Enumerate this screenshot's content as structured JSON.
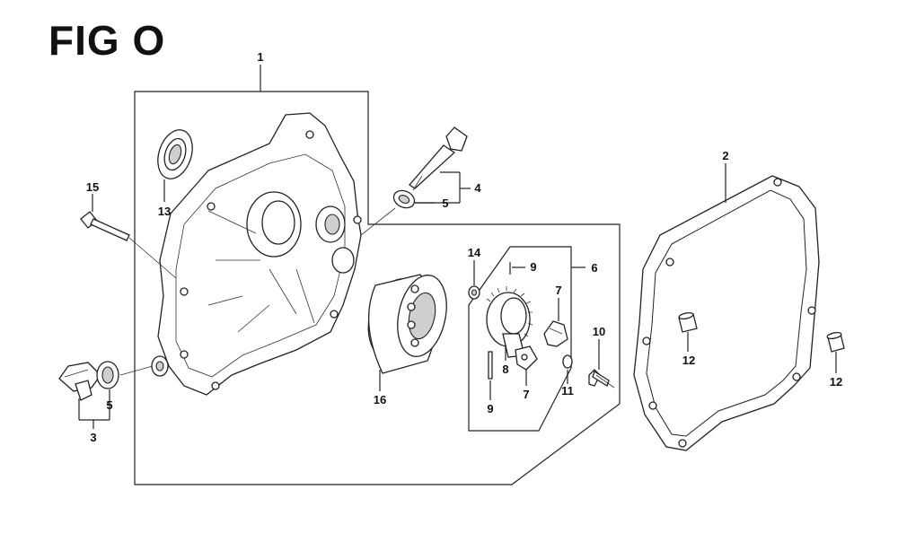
{
  "figure": {
    "title": "FIG O"
  },
  "labels": {
    "l1": "1",
    "l2": "2",
    "l3": "3",
    "l4": "4",
    "l5a": "5",
    "l5b": "5",
    "l6": "6",
    "l7a": "7",
    "l7b": "7",
    "l8": "8",
    "l9a": "9",
    "l9b": "9",
    "l10": "10",
    "l11": "11",
    "l12a": "12",
    "l12b": "12",
    "l13": "13",
    "l14": "14",
    "l15": "15",
    "l16": "16"
  }
}
